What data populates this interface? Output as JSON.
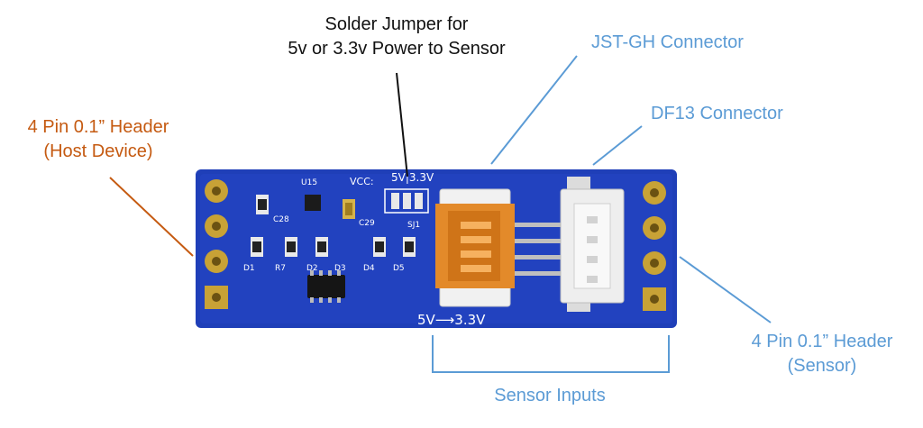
{
  "labels": {
    "solder_jumper": {
      "line1": "Solder Jumper for",
      "line2": "5v or 3.3v Power to Sensor"
    },
    "jst_gh": "JST-GH Connector",
    "df13": "DF13 Connector",
    "header_host": {
      "line1": "4 Pin 0.1” Header",
      "line2": "(Host Device)"
    },
    "header_sensor": {
      "line1": "4 Pin 0.1” Header",
      "line2": "(Sensor)"
    },
    "sensor_inputs": "Sensor Inputs"
  },
  "board_silkscreen": {
    "vcc": "VCC:",
    "jumper_options": "5V|3.3V",
    "sj": "SJ1",
    "u": "U15",
    "c1": "C28",
    "c2": "C29",
    "d1": "D1",
    "d2": "D2",
    "d3": "D3",
    "d4": "D4",
    "d5": "D5",
    "r": "R7",
    "direction": "5V⟶3.3V"
  },
  "colors": {
    "pcb": "#1f3fb8",
    "pcb_dark": "#16309a",
    "gold": "#c8a236",
    "callout_blue": "#5b9bd5",
    "callout_orange": "#c55a11",
    "jst_orange": "#e38a2a",
    "df13_white": "#eeeeee"
  }
}
